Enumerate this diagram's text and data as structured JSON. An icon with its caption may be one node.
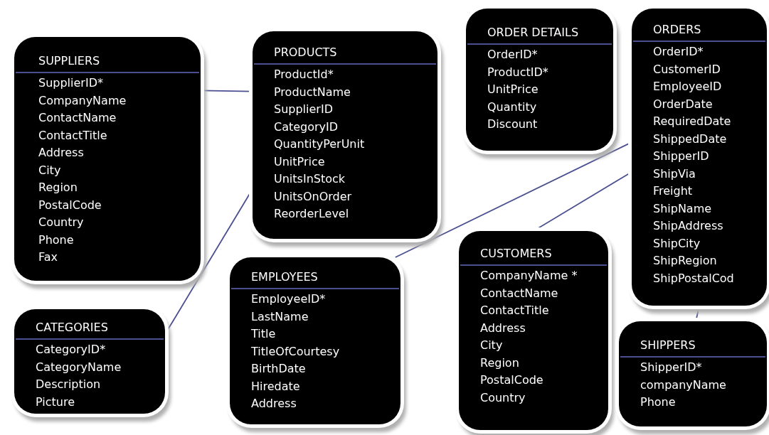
{
  "diagram": {
    "nodes": [
      {
        "text": [
          "SUPPLIERS",
          "SupplierID*",
          "CompanyName",
          "ContactName",
          "ContactTitle",
          "Address",
          "City",
          "Region",
          "PostalCode",
          "Country",
          "Phone",
          "Fax"
        ]
      },
      {
        "text": [
          "PRODUCTS",
          "ProductId*",
          "ProductName",
          "SupplierID",
          "CategoryID",
          "QuantityPerUnit",
          "UnitPrice",
          "UnitsInStock",
          "UnitsOnOrder",
          "ReorderLevel"
        ]
      },
      {
        "text": [
          "ORDER DETAILS",
          "OrderID*",
          "ProductID*",
          "UnitPrice",
          "Quantity",
          "Discount"
        ]
      },
      {
        "text": [
          "ORDERS",
          "OrderID*",
          "CustomerID",
          "EmployeeID",
          "OrderDate",
          "RequiredDate",
          "ShippedDate",
          "ShipperID",
          "ShipVia",
          "Freight",
          "ShipName",
          "ShipAddress",
          "ShipCity",
          "ShipRegion",
          "ShipPostalCod"
        ]
      },
      {
        "text": [
          "CATEGORIES",
          "CategoryID*",
          "CategoryName",
          "Description",
          "Picture"
        ]
      },
      {
        "text": [
          "EMPLOYEES",
          "EmployeeID*",
          "LastName",
          "Title",
          "TitleOfCourtesy",
          "BirthDate",
          "Hiredate",
          "Address"
        ]
      },
      {
        "text": [
          "CUSTOMERS",
          "CompanyName *",
          "ContactName",
          "ContactTitle",
          "Address",
          "City",
          "Region",
          "PostalCode",
          "Country"
        ]
      },
      {
        "text": [
          "SHIPPERS",
          "ShipperID*",
          "companyName",
          "Phone"
        ]
      }
    ],
    "edges": [
      {
        "from": 0,
        "to": 1,
        "arrow": "none"
      },
      {
        "from": 1,
        "to": 4,
        "arrow": "none"
      },
      {
        "from": 3,
        "to": 5,
        "arrow": "none"
      },
      {
        "from": 3,
        "to": 6,
        "arrow": "none"
      },
      {
        "from": 3,
        "to": 7,
        "arrow": "none"
      }
    ]
  }
}
